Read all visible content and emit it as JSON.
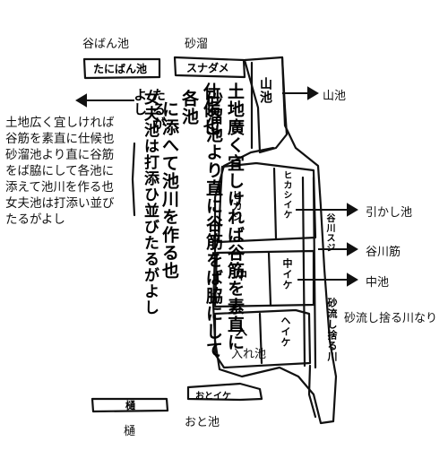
{
  "labels": {
    "tanipan_pond": "谷ばん池",
    "sand_trap": "砂溜",
    "yama_pond": "山池",
    "hikikashi_pond": "引かし池",
    "tanigawa_channel": "谷川筋",
    "naka_pond": "中池",
    "sand_river": "砂流し捨る川なり",
    "ire_pond": "入れ池",
    "oto_pond": "おと池",
    "hi_sluice": "樋"
  },
  "note_lines": [
    "土地広く宜しければ",
    "谷筋を素直に仕候也",
    "砂溜池より直に谷筋",
    "をば脇にして各池に",
    "添えて池川を作る也",
    "女夫池は打添い並び",
    "たるがよし"
  ],
  "handwriting": {
    "column_1": "土地廣く宜しければ谷筋を素直に仕候也",
    "column_2": "砂溜池より直に谷筋をば脇にして各池",
    "column_3": "に添へて池川を作る也",
    "column_4": "女夫池は打添ひ並びたるがよし",
    "column_5": "たるがよし",
    "box_tanipan": "たにばん池",
    "box_sand": "スナダメ",
    "box_yama": "山池",
    "box_hikikashi": "ヒカシ",
    "box_hikikashi_side": "ヒカシイケ",
    "box_naka": "中",
    "box_naka_side": "中イケ",
    "box_ire": "入",
    "box_ire_side": "ヘイケ",
    "channel_tanigawa": "谷川スジ",
    "channel_sand": "砂流し捨る川",
    "box_oto": "おとイケ",
    "box_hi": "樋"
  },
  "colors": {
    "ink": "#111111",
    "paper": "#ffffff"
  }
}
